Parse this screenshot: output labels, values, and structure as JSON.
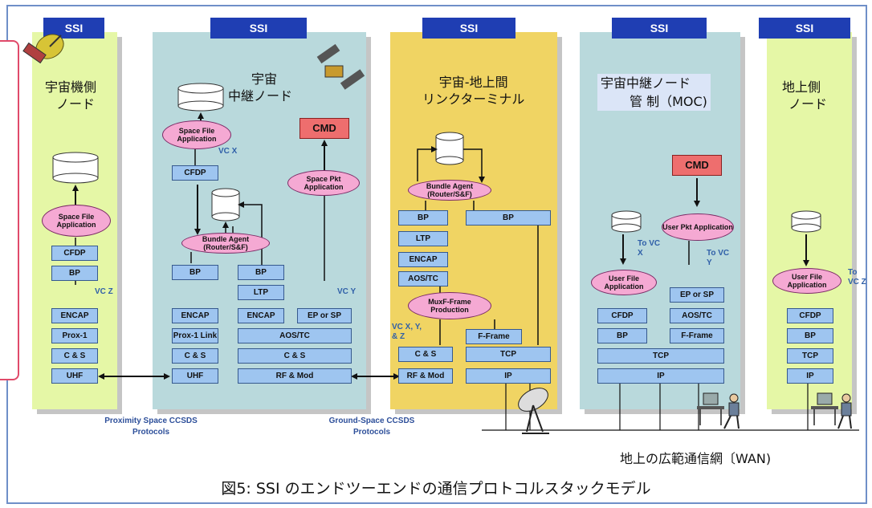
{
  "ssi_label": "SSI",
  "panels": {
    "spacecraft": {
      "title_lines": [
        "宇宙機側",
        "ノード"
      ]
    },
    "relay": {
      "title_lines": [
        "宇宙",
        "中継ノード"
      ]
    },
    "terminal": {
      "title_lines": [
        "宇宙-地上間",
        "リンクターミナル"
      ]
    },
    "moc": {
      "title_lines": [
        "宇宙中継ノード",
        "管 制（MOC)"
      ]
    },
    "ground": {
      "title_lines": [
        "地上側",
        "ノード"
      ]
    }
  },
  "labels": {
    "cmd": "CMD",
    "space_file_app": "Space File Application",
    "space_pkt_app": "Space Pkt Application",
    "bundle_agent": "Bundle Agent (Router/S&F)",
    "user_file_app": "User File Application",
    "user_pkt_app": "User Pkt Application",
    "mux": "MuxF-Frame Production",
    "cfdp": "CFDP",
    "bp": "BP",
    "ltp": "LTP",
    "encap": "ENCAP",
    "aos_tc": "AOS/TC",
    "prox1": "Prox-1",
    "prox1_link": "Prox-1 Link",
    "cs": "C & S",
    "uhf": "UHF",
    "rf_mod": "RF & Mod",
    "ep_or_sp": "EP or SP",
    "f_frame": "F-Frame",
    "tcp": "TCP",
    "ip": "IP",
    "vcx": "VC X",
    "vcy": "VC Y",
    "vcz": "VC Z",
    "vcxyz": "VC X, Y, & Z",
    "to_vcx": "To VC X",
    "to_vcy": "To VC Y",
    "to_vcz": "To VC Z"
  },
  "protocols": {
    "proximity": "Proximity Space CCSDS Protocols",
    "ground_space": "Ground-Space CCSDS Protocols"
  },
  "wan_label": "地上の広範通信網〔WAN)",
  "caption": "図5: SSI のエンドツーエンドの通信プロトコルスタックモデル"
}
